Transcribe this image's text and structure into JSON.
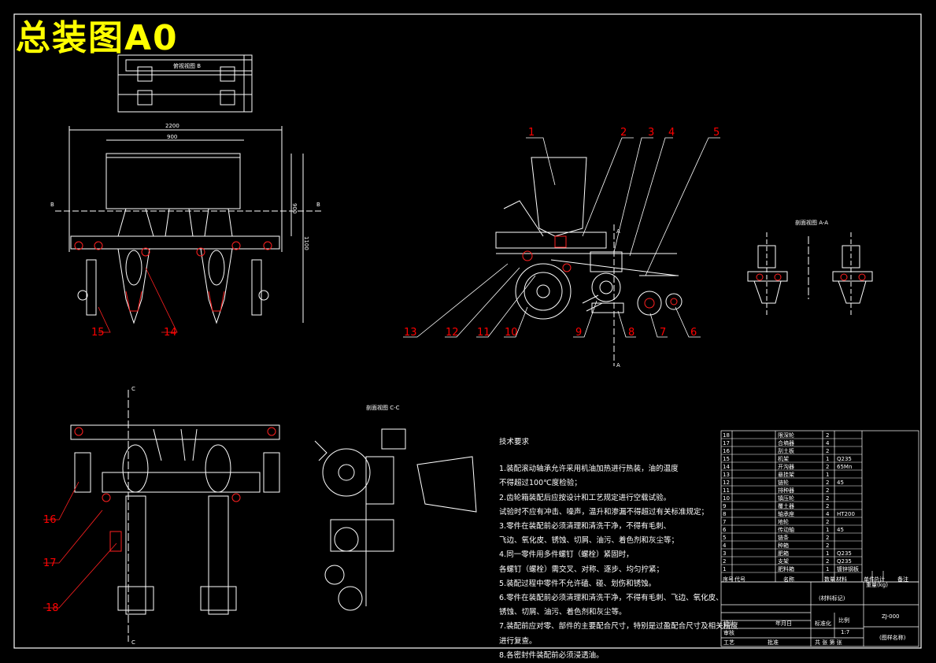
{
  "title": "总装图A0",
  "views": {
    "top_caption": "俯视视图 B",
    "section_aa": "剖面视图 A-A",
    "section_cc": "剖面视图 C-C",
    "dim_overall": "2200",
    "dim_inner": "900",
    "dim_h1": "900",
    "dim_h2": "1100",
    "mark_a": "A",
    "mark_b": "B",
    "mark_c": "C"
  },
  "callouts": [
    "1",
    "2",
    "3",
    "4",
    "5",
    "6",
    "7",
    "8",
    "9",
    "10",
    "11",
    "12",
    "13",
    "14",
    "15",
    "16",
    "17",
    "18"
  ],
  "tech_notes": {
    "heading": "技术要求",
    "items": [
      "1.装配滚动轴承允许采用机油加热进行热装，油的温度",
      "不得超过100℃度检验；",
      "2.齿轮箱装配后应按设计和工艺规定进行空载试验。",
      "试验时不应有冲击、噪声，温升和渗漏不得超过有关标准规定；",
      "3.零件在装配前必须清理和清洗干净，不得有毛刺、",
      "飞边、氧化皮、锈蚀、切屑、油污、着色剂和灰尘等；",
      "4.同一零件用多件螺钉（螺栓）紧固时，",
      "各螺钉（螺栓）需交叉、对称、逐步、均匀拧紧；",
      "5.装配过程中零件不允许磕、碰、划伤和锈蚀。",
      "6.零件在装配前必须清理和清洗干净，不得有毛刺、飞边、氧化皮、",
      "锈蚀、切屑、油污、着色剂和灰尘等。",
      "7.装配前应对零、部件的主要配合尺寸，特别是过盈配合尺寸及相关精度",
      "进行复查。",
      "8.各密封件装配前必须浸透油。"
    ]
  },
  "bom": {
    "rows": [
      {
        "no": "18",
        "name": "限深轮",
        "qty": "2",
        "mat": ""
      },
      {
        "no": "17",
        "name": "合墒器",
        "qty": "4",
        "mat": ""
      },
      {
        "no": "16",
        "name": "刮土板",
        "qty": "2",
        "mat": ""
      },
      {
        "no": "15",
        "name": "机架",
        "qty": "1",
        "mat": "Q235"
      },
      {
        "no": "14",
        "name": "开沟器",
        "qty": "2",
        "mat": "65Mn"
      },
      {
        "no": "13",
        "name": "悬挂架",
        "qty": "1",
        "mat": ""
      },
      {
        "no": "12",
        "name": "链轮",
        "qty": "2",
        "mat": "45"
      },
      {
        "no": "11",
        "name": "排种器",
        "qty": "2",
        "mat": ""
      },
      {
        "no": "10",
        "name": "镇压轮",
        "qty": "2",
        "mat": ""
      },
      {
        "no": "9",
        "name": "覆土器",
        "qty": "2",
        "mat": ""
      },
      {
        "no": "8",
        "name": "轴承座",
        "qty": "4",
        "mat": "HT200"
      },
      {
        "no": "7",
        "name": "地轮",
        "qty": "2",
        "mat": ""
      },
      {
        "no": "6",
        "name": "传动轴",
        "qty": "1",
        "mat": "45"
      },
      {
        "no": "5",
        "name": "链条",
        "qty": "2",
        "mat": ""
      },
      {
        "no": "4",
        "name": "种箱",
        "qty": "2",
        "mat": ""
      },
      {
        "no": "3",
        "name": "肥箱",
        "qty": "1",
        "mat": "Q235"
      },
      {
        "no": "2",
        "name": "支架",
        "qty": "2",
        "mat": "Q235"
      },
      {
        "no": "1",
        "name": "肥料箱",
        "qty": "1",
        "mat": "镀锌钢板"
      }
    ],
    "header": [
      "序号",
      "代号",
      "名称",
      "数量",
      "材料",
      "单件",
      "总计",
      "备注"
    ],
    "weight_label": "重量(kg)",
    "title_block": {
      "material": "(材料标记)",
      "drawing_no": "ZJ-000",
      "name": "(图样名称)",
      "scale_label": "比例",
      "scale": "1:7",
      "sheet": "共 张 第 张",
      "design": "设计",
      "check": "审核",
      "process": "工艺",
      "approve": "批准",
      "standard": "标准化",
      "date": "年月日"
    }
  }
}
